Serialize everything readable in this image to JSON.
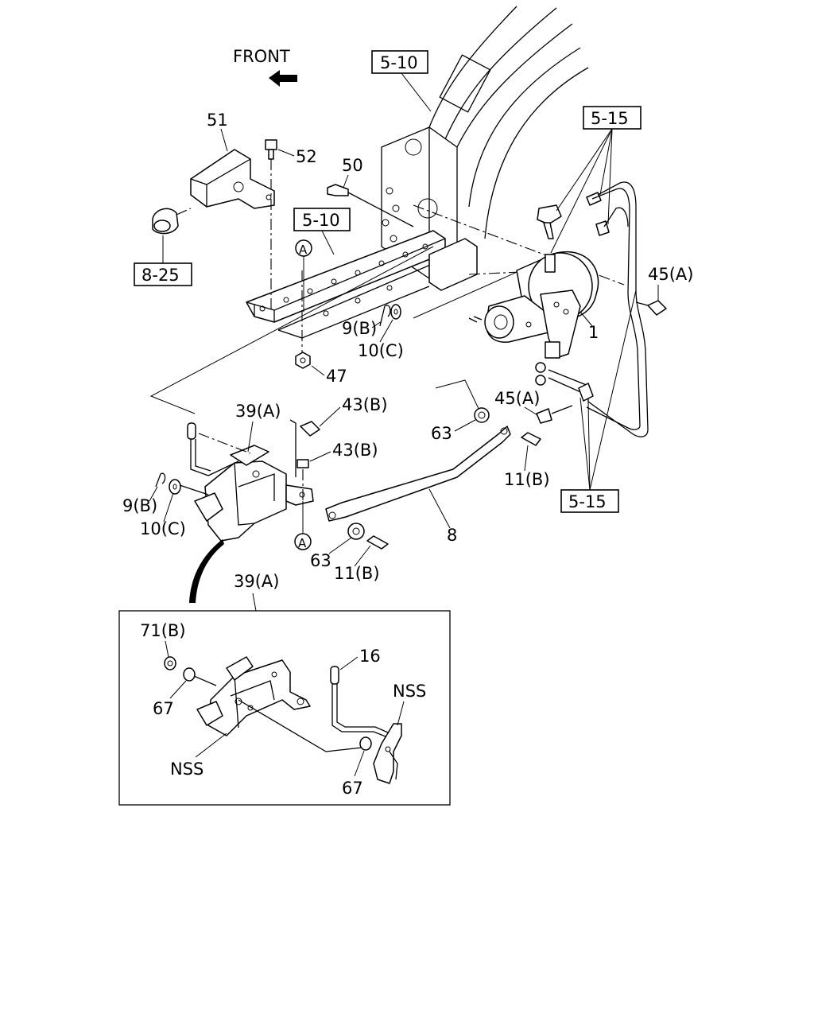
{
  "direction_label": "FRONT",
  "refs": {
    "r_5_10_top": "5-10",
    "r_5_10_mid": "5-10",
    "r_8_25": "8-25",
    "r_5_15_top": "5-15",
    "r_5_15_bot": "5-15"
  },
  "markers": {
    "a_top": "A",
    "a_bot": "A"
  },
  "callouts": {
    "c1": "1",
    "c8": "8",
    "c47": "47",
    "c50": "50",
    "c51": "51",
    "c52": "52",
    "c45a_top": "45(A)",
    "c45a_mid": "45(A)",
    "c9b_top": "9(B)",
    "c10c_top": "10(C)",
    "c9b_left": "9(B)",
    "c10c_left": "10(C)",
    "c39a_top": "39(A)",
    "c43b_a": "43(B)",
    "c43b_b": "43(B)",
    "c63_right": "63",
    "c63_bot": "63",
    "c11b_right": "11(B)",
    "c11b_bot": "11(B)"
  },
  "inset": {
    "title": "39(A)",
    "c71b": "71(B)",
    "c67_left": "67",
    "c67_bot": "67",
    "c16": "16",
    "nss_right": "NSS",
    "nss_left": "NSS"
  },
  "colors": {
    "line": "#000000",
    "background": "#ffffff"
  }
}
